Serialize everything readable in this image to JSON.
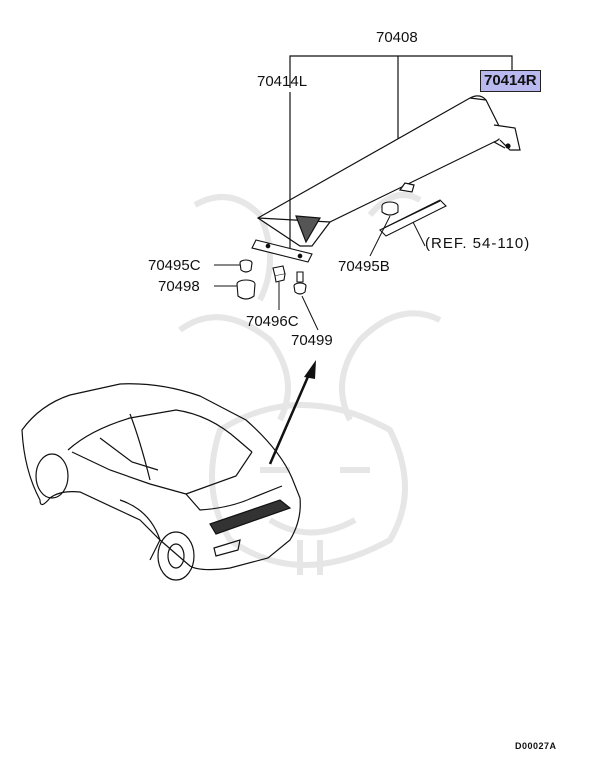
{
  "labels": {
    "p70408": "70408",
    "p70414L": "70414L",
    "p70414R": "70414R",
    "p70495C": "70495C",
    "p70498": "70498",
    "p70496C": "70496C",
    "p70499": "70499",
    "p70495B": "70495B",
    "ref": "(REF. 54-110)"
  },
  "diagram_code": "D00027A",
  "colors": {
    "highlight": "#b9b9f0",
    "line": "#111111",
    "watermark": "#e6e6e6"
  }
}
